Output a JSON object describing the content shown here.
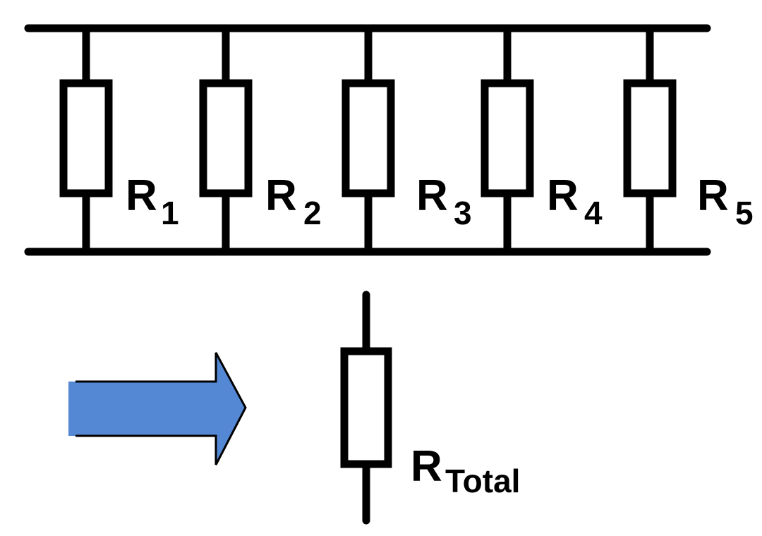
{
  "circuit": {
    "resistors": [
      {
        "letter": "R",
        "sub": "1"
      },
      {
        "letter": "R",
        "sub": "2"
      },
      {
        "letter": "R",
        "sub": "3"
      },
      {
        "letter": "R",
        "sub": "4"
      },
      {
        "letter": "R",
        "sub": "5"
      }
    ],
    "equivalent": {
      "letter": "R",
      "sub": "Total"
    }
  },
  "colors": {
    "wire": "#000000",
    "arrow_fill": "#5588d4",
    "background": "#ffffff"
  },
  "icons": {
    "arrow": "right-arrow-icon"
  }
}
